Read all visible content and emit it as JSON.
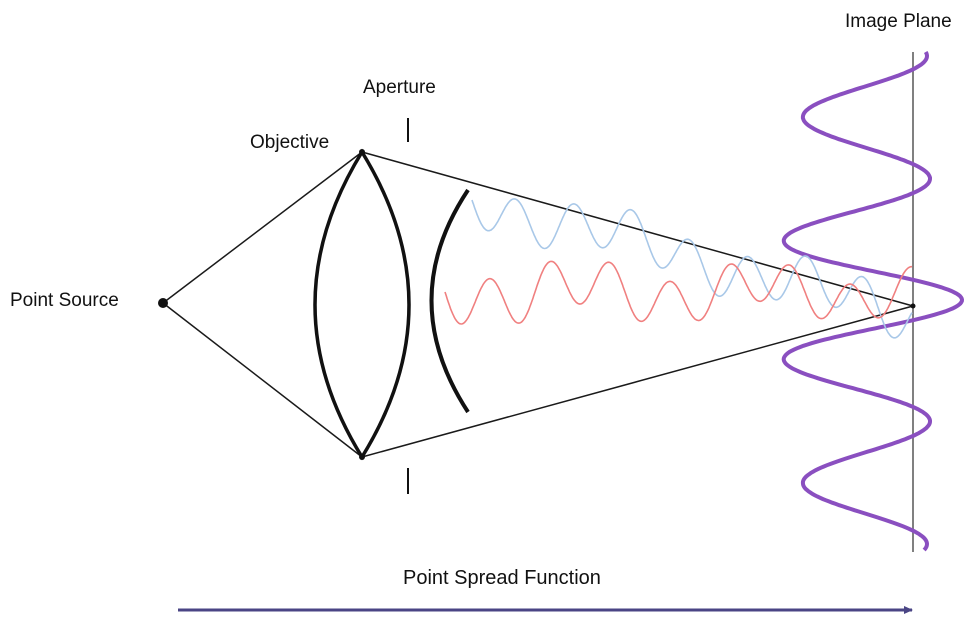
{
  "labels": {
    "point_source": "Point Source",
    "objective": "Objective",
    "aperture": "Aperture",
    "image_plane": "Image Plane",
    "psf": "Point Spread Function"
  },
  "colors": {
    "line": "#1a1a1a",
    "lens": "#111111",
    "red_wave": "#f08080",
    "blue_wave": "#a9c8e8",
    "psf_wave": "#8a4fc0",
    "arrow": "#4a4585",
    "image_plane": "#808080"
  }
}
